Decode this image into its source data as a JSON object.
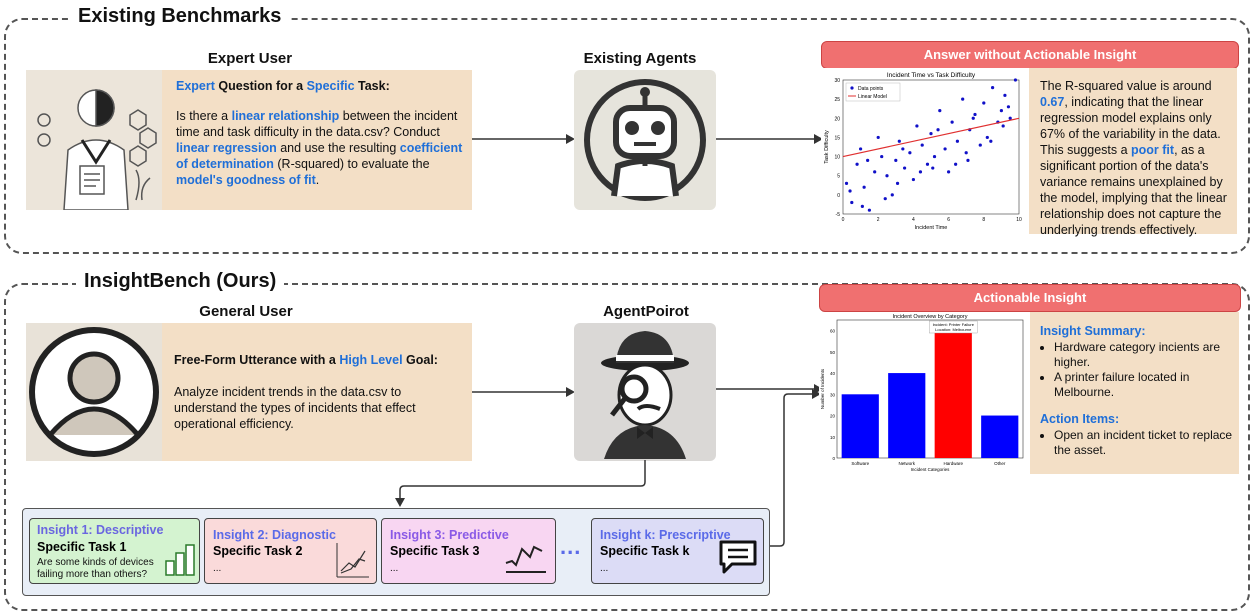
{
  "sections": {
    "existing": {
      "title": "Existing Benchmarks"
    },
    "insightbench": {
      "title": "InsightBench (Ours)"
    }
  },
  "existing": {
    "user_header": "Expert User",
    "q_title_1": "Expert",
    "q_title_2": " Question for a ",
    "q_title_3": "Specific",
    "q_title_4": " Task:",
    "q_parts": [
      "Is there a ",
      "linear relationship",
      " between the incident time and task difficulty in the data.csv? Conduct ",
      "linear regression",
      " and use the resulting ",
      "coefficient of determination",
      " (R-squared) to evaluate the ",
      "model's goodness of fit",
      "."
    ],
    "agent_header": "Existing Agents",
    "answer_header": "Answer without Actionable Insight",
    "answer_parts": [
      "The R-squared value is around ",
      "0.67",
      ", indicating that the linear regression model explains only 67% of the variability in the data. This suggests a ",
      "poor fit",
      ", as a significant portion of the data's variance remains unexplained by the model, implying that the linear relationship does not capture the underlying trends effectively."
    ]
  },
  "insightbench": {
    "user_header": "General User",
    "q_title_1": "Free-Form Utterance with a ",
    "q_title_2": "High Level",
    "q_title_3": " Goal:",
    "q_text": "Analyze incident trends in the data.csv to understand the types of incidents that effect operational efficiency.",
    "agent_header": "AgentPoirot",
    "insight_header": "Actionable Insight",
    "summary_title": "Insight Summary:",
    "summary_items": [
      "Hardware category incients are higher.",
      "A printer failure located in Melbourne."
    ],
    "action_title": "Action Items:",
    "action_items": [
      "Open an incident ticket to replace the asset."
    ]
  },
  "insights": [
    {
      "title": "Insight 1: Descriptive",
      "task": "Specific Task 1",
      "detail": "Are some kinds of devices failing more than others?",
      "color": "#d4f3d0"
    },
    {
      "title": "Insight 2: Diagnostic",
      "task": "Specific Task 2",
      "detail": "...",
      "color": "#fadada"
    },
    {
      "title": "Insight 3: Predictive",
      "task": "Specific Task 3",
      "detail": "...",
      "color": "#f8d6f2"
    },
    {
      "title": "Insight k: Prescriptive",
      "task": "Specific Task k",
      "detail": "...",
      "color": "#dcdcf6"
    }
  ],
  "ellipsis": "...",
  "chart_data": [
    {
      "type": "scatter",
      "title": "Incident Time vs Task Difficulty",
      "xlabel": "Incident Time",
      "ylabel": "Task Difficulty",
      "xlim": [
        0,
        10
      ],
      "ylim": [
        -5,
        30
      ],
      "xticks": [
        "0",
        "2",
        "4",
        "6",
        "8",
        "10"
      ],
      "yticks": [
        "-5",
        "0",
        "5",
        "10",
        "15",
        "20",
        "25",
        "30"
      ],
      "legend": [
        "Data points",
        "Linear Model"
      ],
      "fit_line": {
        "x": [
          0,
          10
        ],
        "y": [
          10,
          20
        ]
      },
      "x": [
        0.2,
        0.5,
        0.8,
        1.0,
        1.2,
        1.5,
        1.8,
        2.0,
        2.2,
        2.5,
        2.8,
        3.0,
        3.2,
        3.5,
        3.8,
        4.0,
        4.2,
        4.5,
        4.8,
        5.0,
        5.2,
        5.5,
        5.8,
        6.0,
        6.2,
        6.5,
        6.8,
        7.0,
        7.2,
        7.5,
        7.8,
        8.0,
        8.2,
        8.5,
        8.8,
        9.0,
        9.2,
        9.5,
        9.8,
        0.4,
        1.4,
        2.4,
        3.4,
        4.4,
        5.4,
        6.4,
        7.4,
        8.4,
        9.4,
        1.1,
        3.1,
        5.1,
        7.1,
        9.1
      ],
      "y": [
        3,
        -2,
        8,
        12,
        2,
        -4,
        6,
        15,
        10,
        5,
        0,
        9,
        14,
        7,
        11,
        4,
        18,
        13,
        8,
        16,
        10,
        22,
        12,
        6,
        19,
        14,
        25,
        11,
        17,
        21,
        13,
        24,
        15,
        28,
        19,
        22,
        26,
        20,
        30,
        1,
        9,
        -1,
        12,
        6,
        17,
        8,
        20,
        14,
        23,
        -3,
        3,
        7,
        9,
        18
      ],
      "legend_placement": "top-left"
    },
    {
      "type": "bar",
      "title": "Incident Overview by Category",
      "xlabel": "Incident Categories",
      "ylabel": "Number of Incidents",
      "categories": [
        "Software",
        "Network",
        "Hardware",
        "Other"
      ],
      "values": [
        30,
        40,
        60,
        20
      ],
      "colors": [
        "#0000ff",
        "#0000ff",
        "#ff0000",
        "#0000ff"
      ],
      "ylim": [
        0,
        65
      ],
      "yticks": [
        "0",
        "10",
        "20",
        "30",
        "40",
        "50",
        "60"
      ],
      "annotation": [
        "Incident: Printer Failure",
        "Location: Melbourne"
      ]
    }
  ]
}
